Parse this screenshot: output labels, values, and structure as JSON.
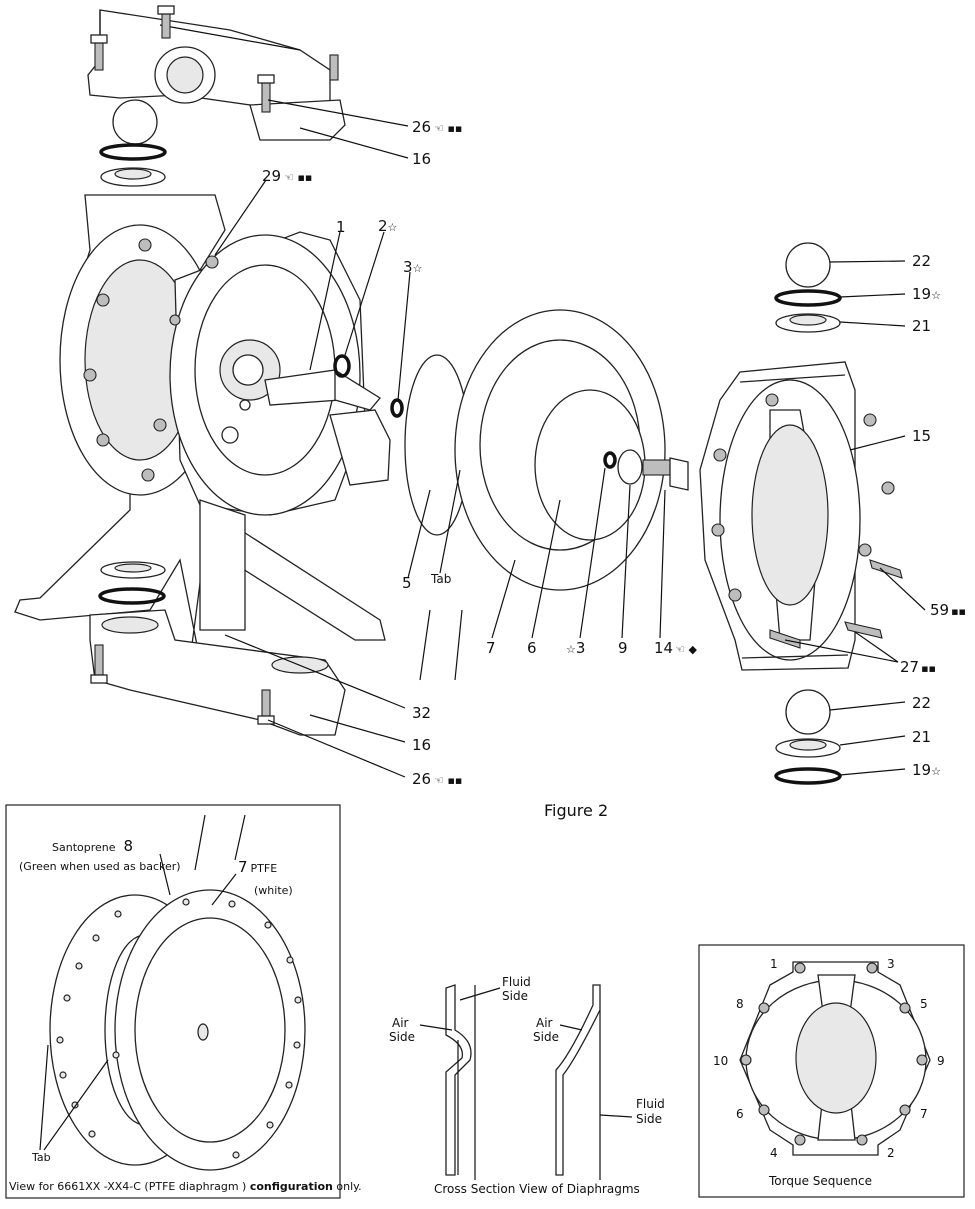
{
  "figure": {
    "caption": "Figure 2",
    "callouts": [
      {
        "id": "c26a",
        "num": "26",
        "sym": "☜ ▪▪"
      },
      {
        "id": "c16a",
        "num": "16",
        "sym": ""
      },
      {
        "id": "c29",
        "num": "29",
        "sym": "☜ ▪▪"
      },
      {
        "id": "c1",
        "num": "1",
        "sym": ""
      },
      {
        "id": "c2",
        "num": "2",
        "sym": "☆"
      },
      {
        "id": "c3a",
        "num": "3",
        "sym": "☆"
      },
      {
        "id": "c22a",
        "num": "22",
        "sym": ""
      },
      {
        "id": "c19a",
        "num": "19",
        "sym": "☆"
      },
      {
        "id": "c21a",
        "num": "21",
        "sym": ""
      },
      {
        "id": "c15",
        "num": "15",
        "sym": ""
      },
      {
        "id": "c59",
        "num": "59",
        "sym": "▪▪"
      },
      {
        "id": "c27",
        "num": "27",
        "sym": "▪▪"
      },
      {
        "id": "c5",
        "num": "5",
        "sym": ""
      },
      {
        "id": "ctab",
        "num": "Tab",
        "sym": ""
      },
      {
        "id": "c7",
        "num": "7",
        "sym": ""
      },
      {
        "id": "c6",
        "num": "6",
        "sym": ""
      },
      {
        "id": "c3b",
        "num": "3",
        "sym": "☆"
      },
      {
        "id": "c9",
        "num": "9",
        "sym": ""
      },
      {
        "id": "c14",
        "num": "14",
        "sym": "☜ ◆"
      },
      {
        "id": "c32",
        "num": "32",
        "sym": ""
      },
      {
        "id": "c16b",
        "num": "16",
        "sym": ""
      },
      {
        "id": "c26b",
        "num": "26",
        "sym": "☜ ▪▪"
      },
      {
        "id": "c22b",
        "num": "22",
        "sym": ""
      },
      {
        "id": "c21b",
        "num": "21",
        "sym": ""
      },
      {
        "id": "c19b",
        "num": "19",
        "sym": "☆"
      }
    ]
  },
  "inset_ptfe": {
    "label_8_name": "Santoprene",
    "label_8_num": "8",
    "label_8_note": "(Green when used as backer)",
    "label_7_num": "7",
    "label_7_name": "PTFE",
    "label_7_note": "(white)",
    "tab": "Tab",
    "footer_prefix": "View for 6661XX -XX4-C (PTFE diaphragm ) ",
    "footer_bold": "configuration",
    "footer_suffix": " only."
  },
  "inset_cross_section": {
    "fluid_side_1a": "Fluid",
    "fluid_side_1b": "Side",
    "air_side_1a": "Air",
    "air_side_1b": "Side",
    "air_side_2a": "Air",
    "air_side_2b": "Side",
    "fluid_side_2a": "Fluid",
    "fluid_side_2b": "Side",
    "caption": "Cross Section  View of Diaphragms"
  },
  "inset_torque": {
    "caption": "Torque Sequence",
    "positions": [
      "1",
      "3",
      "8",
      "5",
      "10",
      "9",
      "6",
      "7",
      "4",
      "2"
    ]
  }
}
